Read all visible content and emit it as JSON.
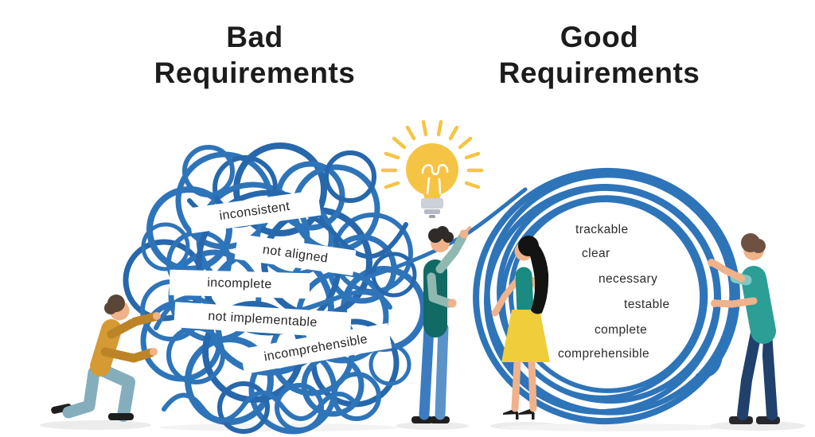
{
  "titles": {
    "bad": {
      "line1": "Bad",
      "line2": "Requirements"
    },
    "good": {
      "line1": "Good",
      "line2": "Requirements"
    }
  },
  "bad_labels": [
    "inconsistent",
    "not aligned",
    "incomplete",
    "not implementable",
    "incomprehensible"
  ],
  "good_labels": [
    "trackable",
    "clear",
    "necessary",
    "testable",
    "complete",
    "comprehensible"
  ],
  "icons": {
    "lightbulb": "bulb-with-rays"
  },
  "colors": {
    "scribble_blue": "#2e74b9",
    "scribble_blue_dark": "#2767ab",
    "bulb_yellow": "#f6c445",
    "title_text": "#1c1c1c",
    "label_text": "#2b2b2b",
    "banner_bg": "#ffffff"
  }
}
